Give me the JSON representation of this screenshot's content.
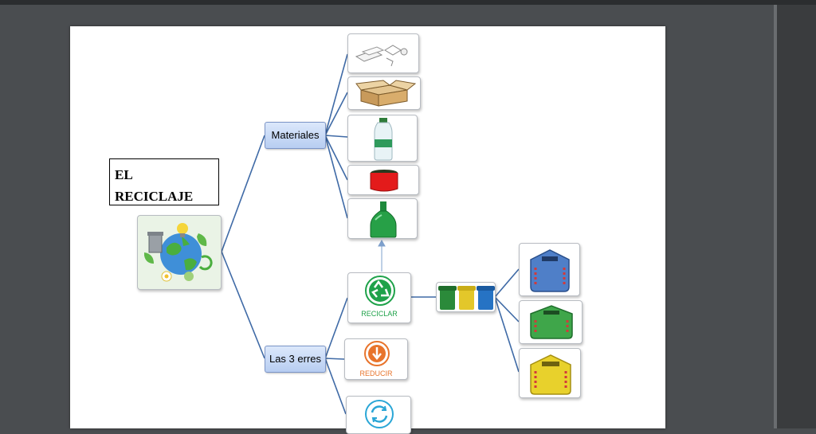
{
  "title": {
    "line1": "EL",
    "line2": "RECICLAJE"
  },
  "nodes": {
    "materiales": "Materiales",
    "erres": "Las 3 erres"
  },
  "actions": {
    "reciclar": "RECICLAR",
    "reducir": "REDUCIR"
  },
  "colors": {
    "reciclar": "#1fa24a",
    "reducir": "#e8742c",
    "reutilizar": "#2aa6d6",
    "node_border": "#7c95c7",
    "connector": "#3f6aa6"
  },
  "icons": {
    "central": "earth-recycling-icon",
    "materials": [
      "paper-icon",
      "cardboard-box-icon",
      "plastic-bottle-icon",
      "tin-can-icon",
      "glass-bottle-icon"
    ],
    "bins": [
      "recycling-bins-icon",
      "blue-container-icon",
      "green-container-icon",
      "yellow-container-icon"
    ]
  }
}
